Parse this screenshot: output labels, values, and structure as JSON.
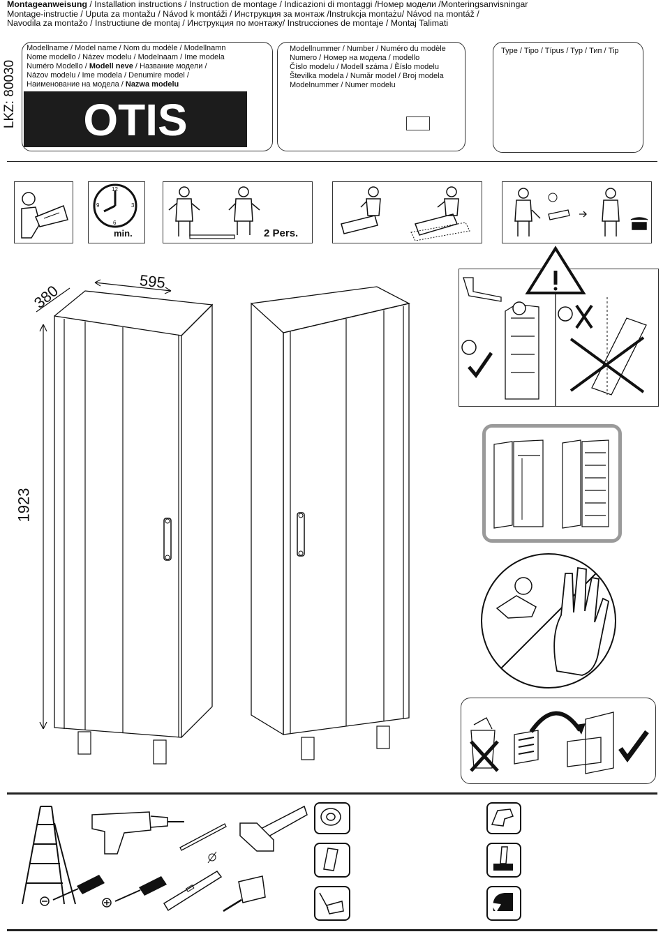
{
  "header": {
    "line1_bold": "Montageanweisung",
    "line1_rest": " / Installation instructions / Instruction de montage / Indicazioni di montaggi /Номер модели /Monteringsanvisningar",
    "line2": "Montage-instructie / Uputa za montažu / Návod k montáži / Инструкция за монтаж /Instrukcja montażu/ Návod na montáž /",
    "line3": "Navodila za montažo / Instructiune de montaj / Инструкция по монтажу/ Instrucciones de montaje / Montaj Talimati"
  },
  "lkz": "LKZ: 80030",
  "model_box": {
    "l1": "Modellname / Model name / Nom du modèle / Modellnamn",
    "l2": "Nome modello / Název modelu / Modelnaam / Ime modela",
    "l3a": "Numéro Modello / ",
    "l3b": "Modell neve",
    "l3c": " / Название модели /",
    "l4": "Názov modelu / Ime modela / Denumire model /",
    "l5a": "Наименование на модела / ",
    "l5b": "Nazwa modelu",
    "name": "OTIS"
  },
  "number_box": {
    "lines": [
      "Modellnummer / Number / Numéro du modèle",
      "Numero /  Номер на модела / modello",
      "Číslo modelu / Modell száma / Èíslo modelu",
      "Številka modela / Număr model / Broj modela",
      "Modelnummer / Numer modelu"
    ]
  },
  "type_box": {
    "label": "Type / Tipo / Típus / Typ / Тип / Tip"
  },
  "icons_row": {
    "clock_min": "min.",
    "persons": "2 Pers.",
    "clock_numbers": [
      "12",
      "3",
      "6",
      "9"
    ]
  },
  "dimensions": {
    "width": "595",
    "depth": "380",
    "height": "1923"
  },
  "colors": {
    "ink": "#111111",
    "panel": "#1c1c1c",
    "frame_gray": "#9a9a9a"
  },
  "icon_names": [
    "reading-instructions-icon",
    "clock-icon",
    "two-persons-icon",
    "assemble-on-floor-icon",
    "call-support-icon",
    "wall-fixing-warning-icon",
    "door-side-icon",
    "no-children-icon",
    "keep-instructions-icon",
    "ladder-icon",
    "drill-icon",
    "drill-bit-icon",
    "hammer-icon",
    "minus-screwdriver-icon",
    "plus-screwdriver-icon",
    "spirit-level-icon",
    "tape-measure-icon",
    "tape-icon",
    "glue-icon",
    "dustpan-icon",
    "glove-icon",
    "mallet-icon",
    "wrap-icon"
  ]
}
